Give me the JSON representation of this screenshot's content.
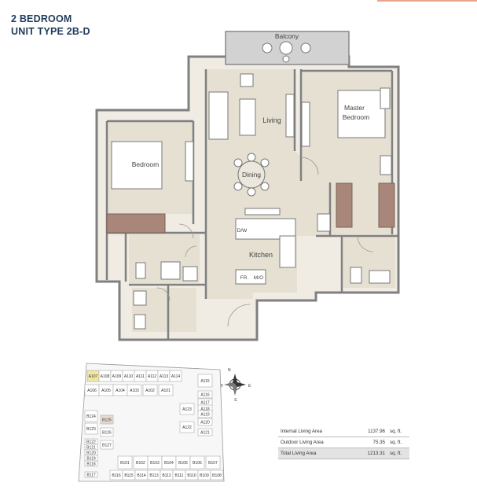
{
  "header": {
    "title_line1": "2 BEDROOM",
    "title_line2": "UNIT TYPE 2B-D"
  },
  "rooms": {
    "balcony": "Balcony",
    "living": "Living",
    "master_line1": "Master",
    "master_line2": "Bedroom",
    "bedroom": "Bedroom",
    "dining": "Dining",
    "kitchen": "Kitchen",
    "dw": "D/W",
    "fr": "FR.",
    "mo": "M/O"
  },
  "compass": {
    "n": "N",
    "e": "E",
    "s": "S",
    "w": "W"
  },
  "keyplan": {
    "highlight_color": "#f2e7a0",
    "row1": [
      "A107",
      "A108",
      "A109",
      "A110",
      "A111",
      "A112",
      "A113",
      "A114"
    ],
    "row2": [
      "A106",
      "A105",
      "A104",
      "A103",
      "A102",
      "A101"
    ],
    "right_col": [
      "A115",
      "A116",
      "A117",
      "A118",
      "A119",
      "A120",
      "A121"
    ],
    "inner_right": [
      "A123",
      "A122"
    ],
    "left_col": [
      "B124",
      "B123",
      "B122",
      "B121",
      "B120",
      "B119",
      "B118",
      "B117"
    ],
    "inner_left": [
      "B125",
      "B126",
      "B127"
    ],
    "row_bottom_upper": [
      "B101",
      "B102",
      "B103",
      "B104",
      "B105",
      "B106",
      "B107"
    ],
    "row_bottom_lower": [
      "B116",
      "B115",
      "B114",
      "B113",
      "B112",
      "B111",
      "B110",
      "B109",
      "B108"
    ]
  },
  "area_table": {
    "rows": [
      {
        "label": "Internal Living Area",
        "value": "1137.96",
        "unit": "sq. ft."
      },
      {
        "label": "Outdoor Living Area",
        "value": "75.35",
        "unit": "sq. ft."
      },
      {
        "label": "Total Living Area",
        "value": "1213.31",
        "unit": "sq. ft."
      }
    ]
  },
  "colors": {
    "floor": "#e6e0d3",
    "wall": "#808080",
    "balcony": "#d2d2d2",
    "wardrobe": "#a8877a",
    "title": "#1f3b5a"
  }
}
